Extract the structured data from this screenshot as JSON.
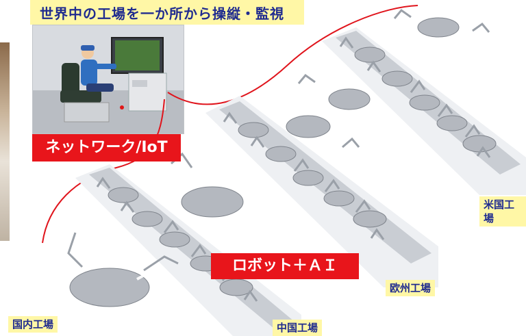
{
  "title": "世界中の工場を一か所から操縦・監視",
  "labels": {
    "network": "ネットワーク/IoT",
    "robot_ai": "ロボット＋ＡＩ"
  },
  "factories": {
    "domestic": "国内工場",
    "china": "中国工場",
    "europe": "欧州工場",
    "usa": "米国工場"
  },
  "colors": {
    "label_red": "#e8151b",
    "title_yellow": "#fff7a6",
    "text_blue": "#1f2b8f",
    "link_red": "#e0141c"
  }
}
